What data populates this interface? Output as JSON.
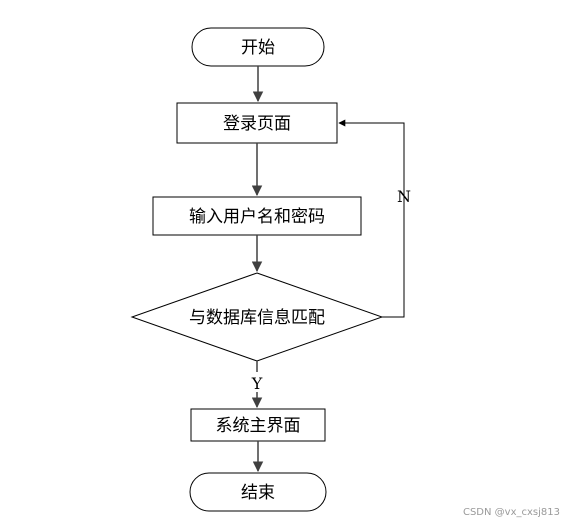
{
  "diagram": {
    "nodes": {
      "start": "开始",
      "login": "登录页面",
      "input": "输入用户名和密码",
      "match": "与数据库信息匹配",
      "main": "系统主界面",
      "end": "结束"
    },
    "edges": {
      "no_label": "N",
      "yes_label": "Y"
    }
  },
  "watermark": "CSDN @vx_cxsj813",
  "colors": {
    "stroke": "#000000",
    "arrow_gray": "#404040",
    "watermark": "#9a9a9a"
  }
}
